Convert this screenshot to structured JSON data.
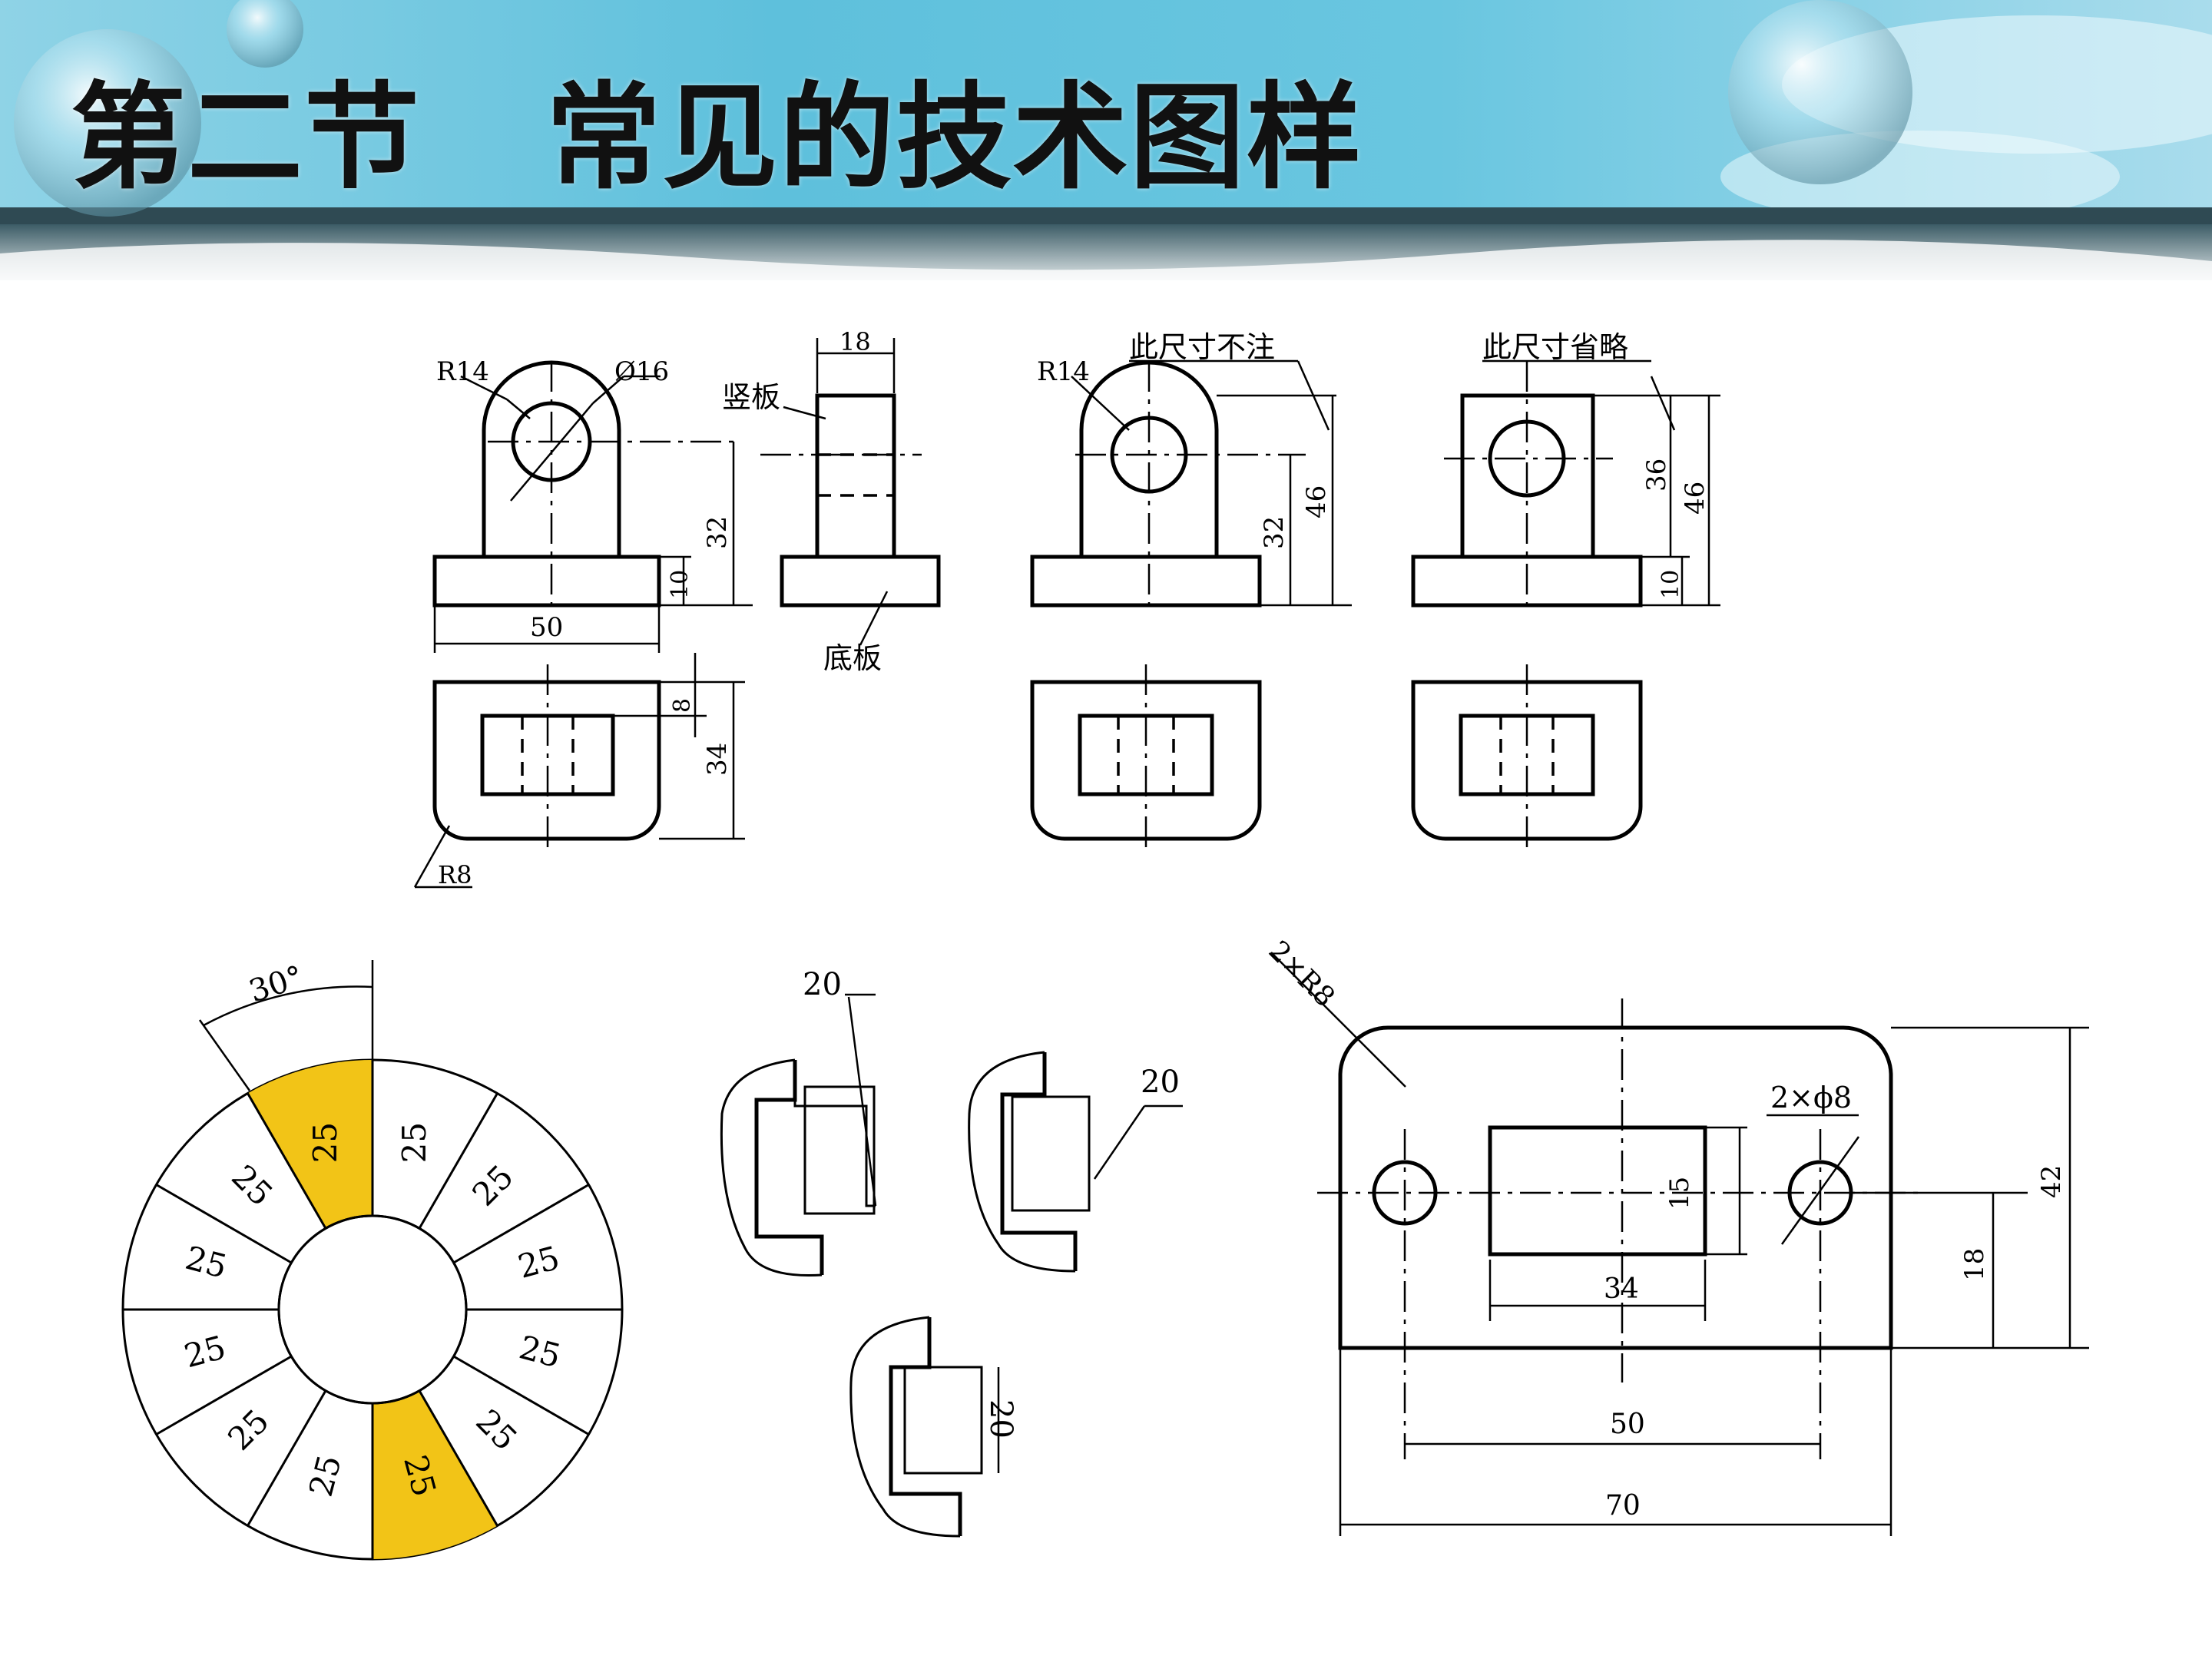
{
  "slide": {
    "title": "第二节   常见的技术图样"
  },
  "drawing_top": {
    "front_view_1": {
      "r14": "R14",
      "phi16": "Ø16",
      "dim_50": "50",
      "dim_32": "32",
      "dim_10": "10"
    },
    "side_view": {
      "dim_18": "18",
      "label_vertical": "竖板",
      "label_base": "底板"
    },
    "top_view_1": {
      "dim_8": "8",
      "dim_34": "34",
      "r8": "R8"
    },
    "front_view_2": {
      "r14": "R14",
      "note": "此尺寸不注",
      "dim_32": "32",
      "dim_46": "46"
    },
    "front_view_3": {
      "note": "此尺寸省略",
      "dim_36": "36",
      "dim_46": "46",
      "dim_10": "10"
    }
  },
  "drawing_circle": {
    "angle": "30°",
    "sector_label": "25",
    "highlight_color": "#F2C417"
  },
  "drawing_parts": {
    "dim_a": "20",
    "dim_b": "20",
    "dim_c": "20"
  },
  "drawing_plate": {
    "corner": "2×R8",
    "holes": "2×ϕ8",
    "dim_15": "15",
    "dim_34": "34",
    "dim_18": "18",
    "dim_42": "42",
    "dim_50": "50",
    "dim_70": "70"
  }
}
